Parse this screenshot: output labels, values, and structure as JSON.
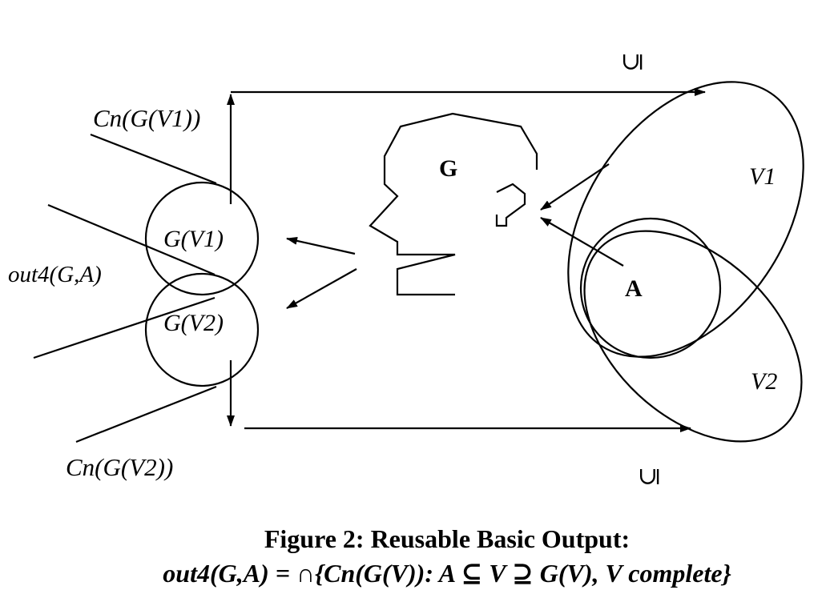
{
  "labels": {
    "subset_top": "⊆",
    "subset_bottom": "⊆",
    "cn_gv1": "Cn(G(V1))",
    "cn_gv2": "Cn(G(V2))",
    "gv1": "G(V1)",
    "gv2": "G(V2)",
    "out4": "out4(G,A)",
    "g": "G",
    "a": "A",
    "v1": "V1",
    "v2": "V2"
  },
  "caption": {
    "line1": "Figure 2: Reusable Basic Output:",
    "line2": "out4(G,A) = ∩{Cn(G(V)): A ⊆ V ⊇ G(V), V complete}"
  }
}
